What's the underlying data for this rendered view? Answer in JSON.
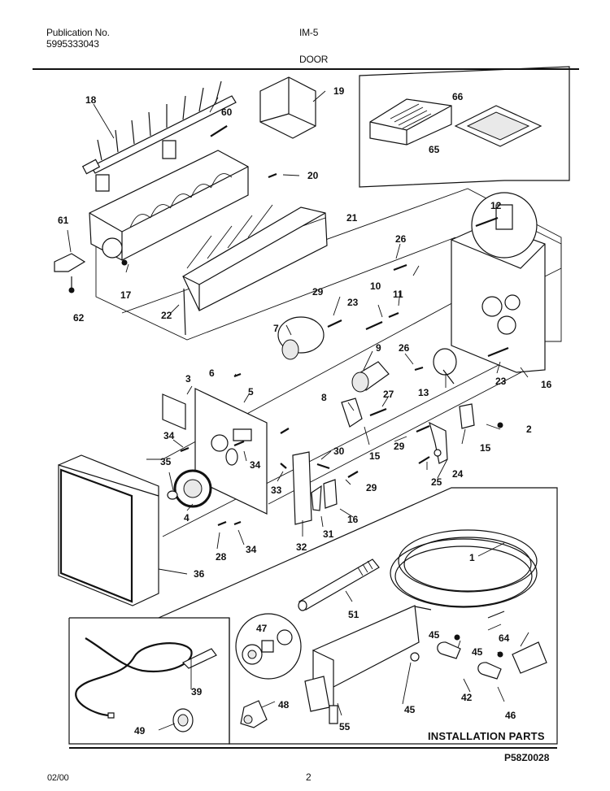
{
  "header": {
    "publication_label": "Publication No.",
    "publication_number": "5995333043",
    "model": "IM-5",
    "section": "DOOR"
  },
  "footer": {
    "date": "02/00",
    "page": "2",
    "figure_code": "P58Z0028"
  },
  "installation_parts_title": "INSTALLATION PARTS",
  "callouts": {
    "c18": "18",
    "c19": "19",
    "c60": "60",
    "c20": "20",
    "c21": "21",
    "c61": "61",
    "c62": "62",
    "c17": "17",
    "c22": "22",
    "c66": "66",
    "c65": "65",
    "c12": "12",
    "c26a": "26",
    "c11": "11",
    "c10": "10",
    "c23a": "23",
    "c29a": "29",
    "c7": "7",
    "c9": "9",
    "c26b": "26",
    "c13": "13",
    "c23b": "23",
    "c16a": "16",
    "c3": "3",
    "c6": "6",
    "c5": "5",
    "c8": "8",
    "c27": "27",
    "c2": "2",
    "c34a": "34",
    "c34b": "34",
    "c35": "35",
    "c15a": "15",
    "c15b": "15",
    "c30": "30",
    "c29b": "29",
    "c29c": "29",
    "c24": "24",
    "c25": "25",
    "c4": "4",
    "c33": "33",
    "c16b": "16",
    "c31": "31",
    "c32": "32",
    "c28": "28",
    "c34c": "34",
    "c36": "36",
    "c1": "1",
    "c51": "51",
    "c47": "47",
    "c45a": "45",
    "c45b": "45",
    "c45c": "45",
    "c64": "64",
    "c39": "39",
    "c48": "48",
    "c42": "42",
    "c46": "46",
    "c49": "49",
    "c55": "55"
  }
}
